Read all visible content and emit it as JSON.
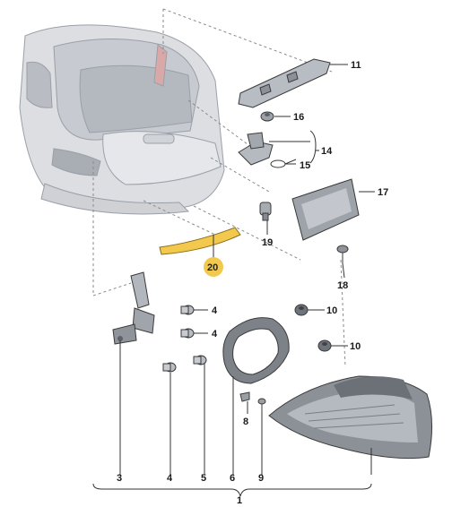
{
  "diagram": {
    "callouts": {
      "c1": "1",
      "c3": "3",
      "c4a": "4",
      "c4b": "4",
      "c4c": "4",
      "c5": "5",
      "c6": "6",
      "c8": "8",
      "c9": "9",
      "c10a": "10",
      "c10b": "10",
      "c11": "11",
      "c14": "14",
      "c15": "15",
      "c16": "16",
      "c17": "17",
      "c18": "18",
      "c19": "19",
      "c20": "20"
    },
    "highlight_color": "#f2c94c",
    "highlighted_part": "20"
  }
}
